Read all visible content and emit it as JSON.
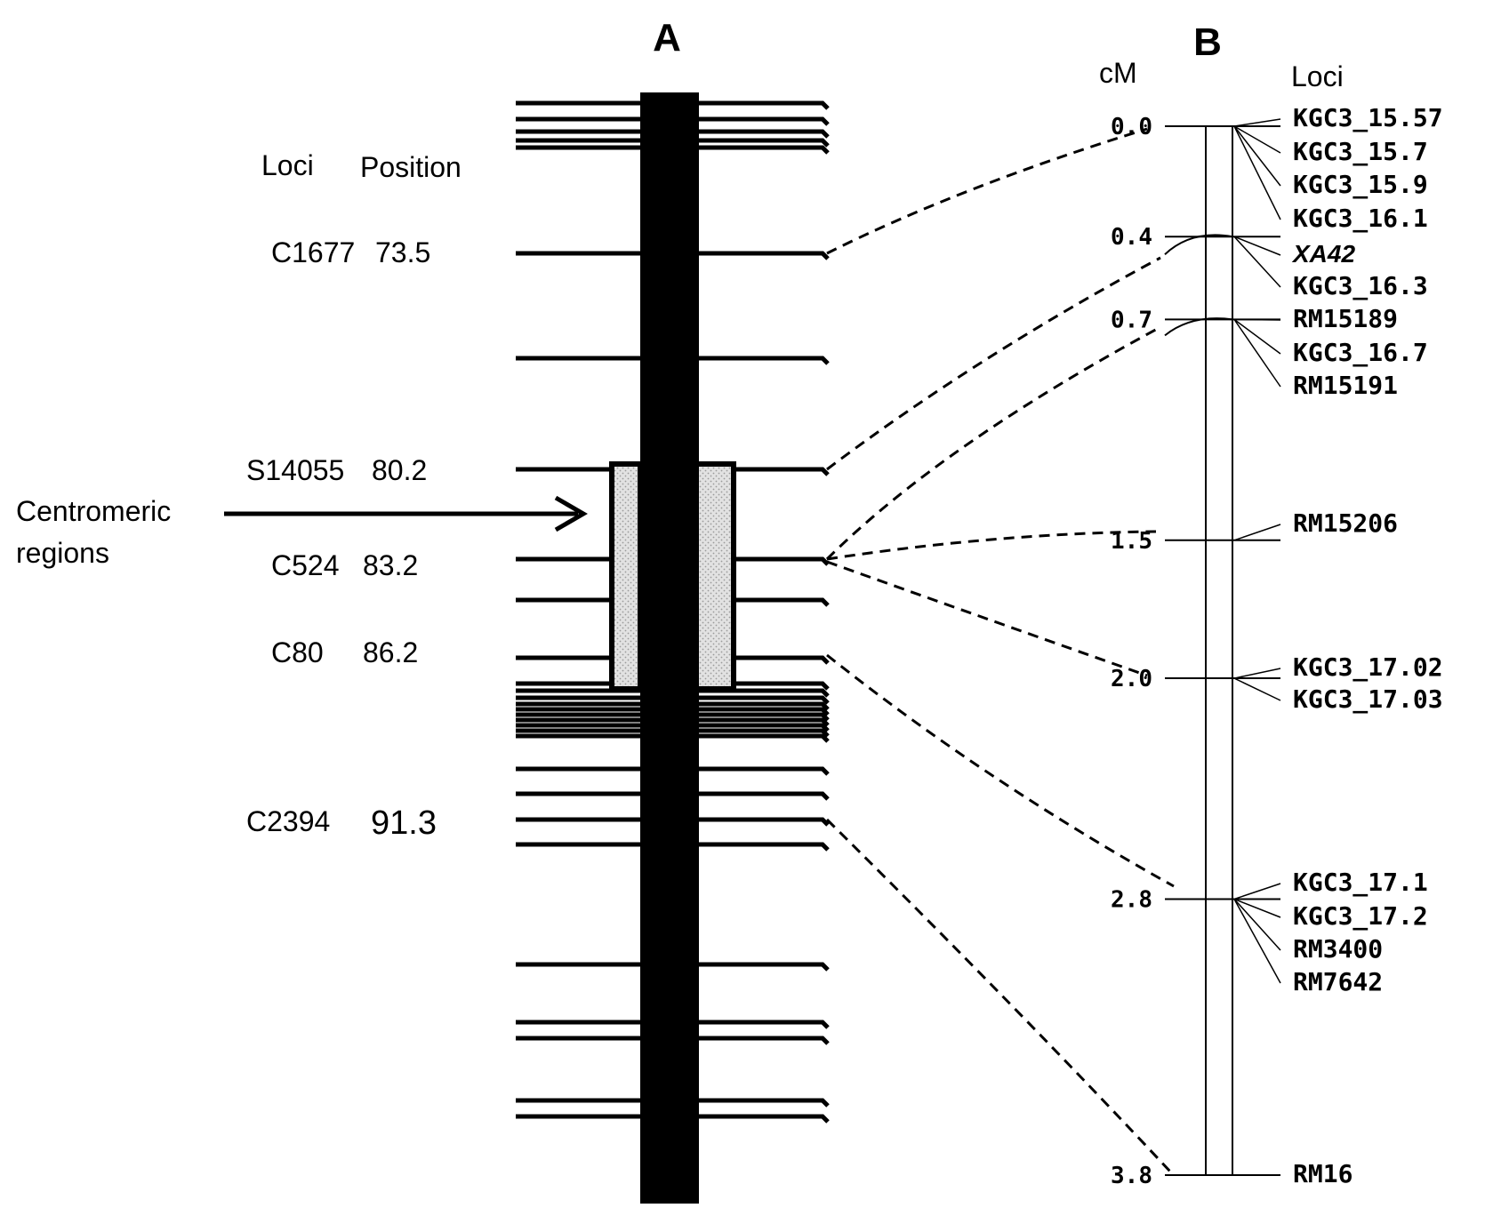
{
  "panel_a": {
    "label": "A",
    "header_loci": "Loci",
    "header_position": "Position",
    "loci": [
      {
        "name": "C1677",
        "position": "73.5"
      },
      {
        "name": "S14055",
        "position": "80.2"
      },
      {
        "name": "C524",
        "position": "83.2"
      },
      {
        "name": "C80",
        "position": "86.2"
      },
      {
        "name": "C2394",
        "position": "91.3"
      }
    ],
    "annotation_line1": "Centromeric",
    "annotation_line2": "regions"
  },
  "panel_b": {
    "label": "B",
    "header_cm": "cM",
    "header_loci": "Loci",
    "ticks": [
      {
        "value": "0.0",
        "cm": 0.0
      },
      {
        "value": "0.4",
        "cm": 0.4
      },
      {
        "value": "0.7",
        "cm": 0.7
      },
      {
        "value": "1.5",
        "cm": 1.5
      },
      {
        "value": "2.0",
        "cm": 2.0
      },
      {
        "value": "2.8",
        "cm": 2.8
      },
      {
        "value": "3.8",
        "cm": 3.8
      }
    ],
    "markers": [
      "KGC3_15.57",
      "KGC3_15.7",
      "KGC3_15.9",
      "KGC3_16.1",
      "XA42",
      "KGC3_16.3",
      "RM15189",
      "KGC3_16.7",
      "RM15191",
      "RM15206",
      "KGC3_17.02",
      "KGC3_17.03",
      "KGC3_17.1",
      "KGC3_17.2",
      "RM3400",
      "RM7642",
      "RM16"
    ]
  }
}
